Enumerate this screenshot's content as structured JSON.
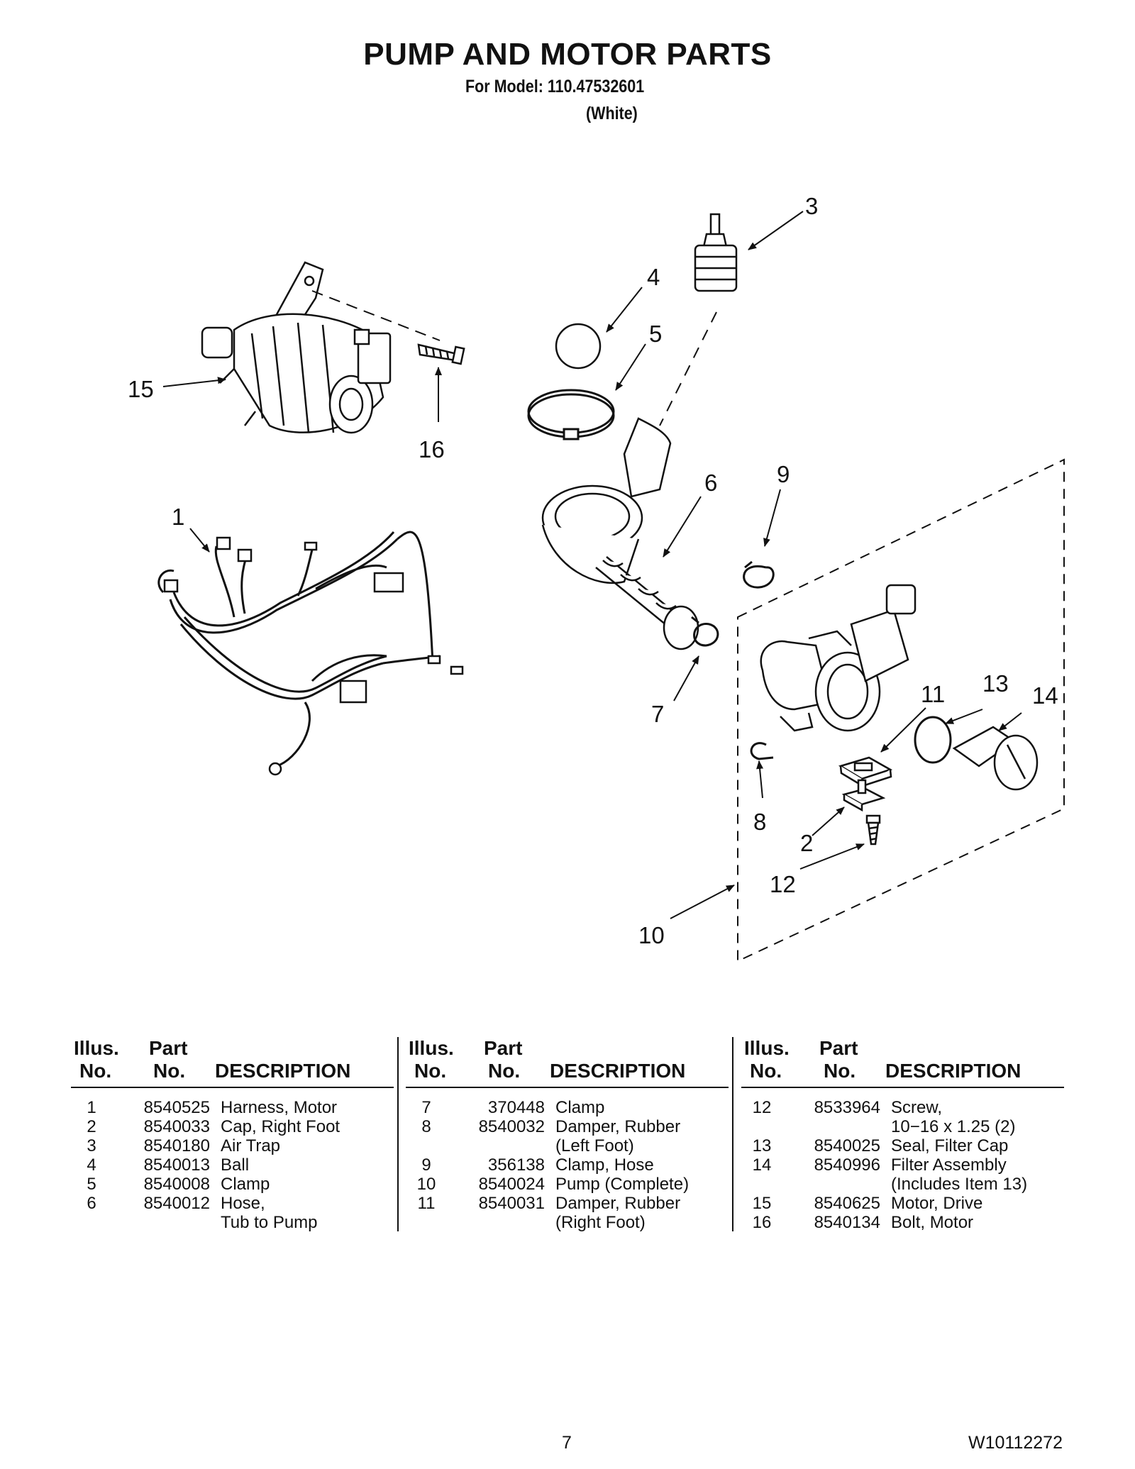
{
  "header": {
    "title": "PUMP AND MOTOR PARTS",
    "model_line": "For Model: 110.47532601",
    "color_line": "(White)"
  },
  "diagram": {
    "callouts": [
      "1",
      "2",
      "3",
      "4",
      "5",
      "6",
      "7",
      "8",
      "9",
      "10",
      "11",
      "12",
      "13",
      "14",
      "15",
      "16"
    ]
  },
  "table": {
    "headers": {
      "illus_1": "Illus.",
      "illus_2": "No.",
      "part_1": "Part",
      "part_2": "No.",
      "description": "DESCRIPTION"
    },
    "columns": [
      [
        {
          "no": "1",
          "part": "8540525",
          "desc": [
            "Harness, Motor"
          ]
        },
        {
          "no": "2",
          "part": "8540033",
          "desc": [
            "Cap, Right Foot"
          ]
        },
        {
          "no": "3",
          "part": "8540180",
          "desc": [
            "Air Trap"
          ]
        },
        {
          "no": "4",
          "part": "8540013",
          "desc": [
            "Ball"
          ]
        },
        {
          "no": "5",
          "part": "8540008",
          "desc": [
            "Clamp"
          ]
        },
        {
          "no": "6",
          "part": "8540012",
          "desc": [
            "Hose,",
            "Tub to Pump"
          ]
        }
      ],
      [
        {
          "no": "7",
          "part": "370448",
          "desc": [
            "Clamp"
          ]
        },
        {
          "no": "8",
          "part": "8540032",
          "desc": [
            "Damper, Rubber",
            "(Left Foot)"
          ]
        },
        {
          "no": "9",
          "part": "356138",
          "desc": [
            "Clamp, Hose"
          ]
        },
        {
          "no": "10",
          "part": "8540024",
          "desc": [
            "Pump (Complete)"
          ]
        },
        {
          "no": "11",
          "part": "8540031",
          "desc": [
            "Damper, Rubber",
            "(Right Foot)"
          ]
        }
      ],
      [
        {
          "no": "12",
          "part": "8533964",
          "desc": [
            "Screw,",
            "10−16 x 1.25 (2)"
          ]
        },
        {
          "no": "13",
          "part": "8540025",
          "desc": [
            "Seal, Filter Cap"
          ]
        },
        {
          "no": "14",
          "part": "8540996",
          "desc": [
            "Filter Assembly",
            "(Includes Item 13)"
          ]
        },
        {
          "no": "15",
          "part": "8540625",
          "desc": [
            "Motor, Drive"
          ]
        },
        {
          "no": "16",
          "part": "8540134",
          "desc": [
            "Bolt, Motor"
          ]
        }
      ]
    ]
  },
  "footer": {
    "page_number": "7",
    "document_id": "W10112272"
  }
}
